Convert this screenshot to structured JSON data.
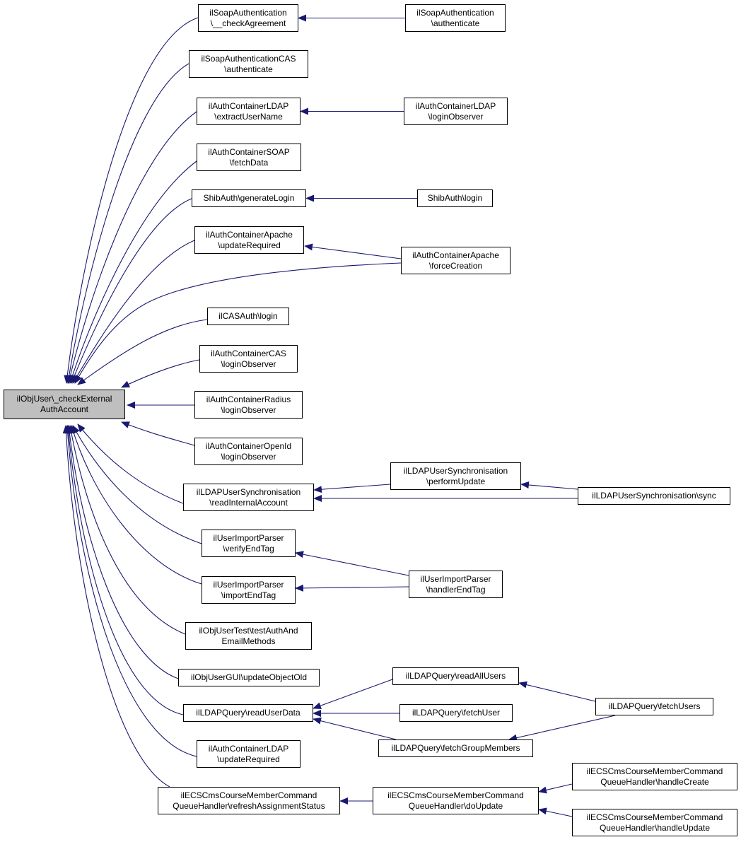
{
  "colors": {
    "edge": "#191970",
    "root_fill": "#bfbfbf",
    "node_fill": "#ffffff",
    "border": "#000000"
  },
  "nodes": {
    "root": {
      "lines": [
        "ilObjUser\\_checkExternal",
        "AuthAccount"
      ]
    },
    "soap_check": {
      "lines": [
        "ilSoapAuthentication",
        "\\__checkAgreement"
      ]
    },
    "soap_auth": {
      "lines": [
        "ilSoapAuthentication",
        "\\authenticate"
      ]
    },
    "soapcas_auth": {
      "lines": [
        "ilSoapAuthenticationCAS",
        "\\authenticate"
      ]
    },
    "ldap_extract": {
      "lines": [
        "ilAuthContainerLDAP",
        "\\extractUserName"
      ]
    },
    "ldap_loginobs": {
      "lines": [
        "ilAuthContainerLDAP",
        "\\loginObserver"
      ]
    },
    "soap_fetch": {
      "lines": [
        "ilAuthContainerSOAP",
        "\\fetchData"
      ]
    },
    "shib_gen": {
      "lines": [
        "ShibAuth\\generateLogin"
      ]
    },
    "shib_login": {
      "lines": [
        "ShibAuth\\login"
      ]
    },
    "apache_upd": {
      "lines": [
        "ilAuthContainerApache",
        "\\updateRequired"
      ]
    },
    "apache_force": {
      "lines": [
        "ilAuthContainerApache",
        "\\forceCreation"
      ]
    },
    "cas_login": {
      "lines": [
        "ilCASAuth\\login"
      ]
    },
    "cas_loginobs": {
      "lines": [
        "ilAuthContainerCAS",
        "\\loginObserver"
      ]
    },
    "radius_loginobs": {
      "lines": [
        "ilAuthContainerRadius",
        "\\loginObserver"
      ]
    },
    "openid_loginobs": {
      "lines": [
        "ilAuthContainerOpenId",
        "\\loginObserver"
      ]
    },
    "ldapsync_read": {
      "lines": [
        "ilLDAPUserSynchronisation",
        "\\readInternalAccount"
      ]
    },
    "ldapsync_perf": {
      "lines": [
        "ilLDAPUserSynchronisation",
        "\\performUpdate"
      ]
    },
    "ldapsync_sync": {
      "lines": [
        "ilLDAPUserSynchronisation\\sync"
      ]
    },
    "uip_verify": {
      "lines": [
        "ilUserImportParser",
        "\\verifyEndTag"
      ]
    },
    "uip_import": {
      "lines": [
        "ilUserImportParser",
        "\\importEndTag"
      ]
    },
    "uip_handler": {
      "lines": [
        "ilUserImportParser",
        "\\handlerEndTag"
      ]
    },
    "objusertest": {
      "lines": [
        "ilObjUserTest\\testAuthAnd",
        "EmailMethods"
      ]
    },
    "objusergui": {
      "lines": [
        "ilObjUserGUI\\updateObjectOld"
      ]
    },
    "ldapq_read": {
      "lines": [
        "ilLDAPQuery\\readUserData"
      ]
    },
    "ldapq_readall": {
      "lines": [
        "ilLDAPQuery\\readAllUsers"
      ]
    },
    "ldapq_fetchuser": {
      "lines": [
        "ilLDAPQuery\\fetchUser"
      ]
    },
    "ldapq_fetchusers": {
      "lines": [
        "ilLDAPQuery\\fetchUsers"
      ]
    },
    "ldapq_fetchgroup": {
      "lines": [
        "ilLDAPQuery\\fetchGroupMembers"
      ]
    },
    "ldap_updreq": {
      "lines": [
        "ilAuthContainerLDAP",
        "\\updateRequired"
      ]
    },
    "ecs_refresh": {
      "lines": [
        "ilECSCmsCourseMemberCommand",
        "QueueHandler\\refreshAssignmentStatus"
      ]
    },
    "ecs_doupdate": {
      "lines": [
        "ilECSCmsCourseMemberCommand",
        "QueueHandler\\doUpdate"
      ]
    },
    "ecs_create": {
      "lines": [
        "ilECSCmsCourseMemberCommand",
        "QueueHandler\\handleCreate"
      ]
    },
    "ecs_handleupd": {
      "lines": [
        "ilECSCmsCourseMemberCommand",
        "QueueHandler\\handleUpdate"
      ]
    }
  },
  "edges": [
    [
      "soap_check",
      "root"
    ],
    [
      "soapcas_auth",
      "root"
    ],
    [
      "ldap_extract",
      "root"
    ],
    [
      "soap_fetch",
      "root"
    ],
    [
      "shib_gen",
      "root"
    ],
    [
      "apache_upd",
      "root"
    ],
    [
      "apache_force",
      "root"
    ],
    [
      "cas_login",
      "root"
    ],
    [
      "cas_loginobs",
      "root"
    ],
    [
      "radius_loginobs",
      "root"
    ],
    [
      "openid_loginobs",
      "root"
    ],
    [
      "ldapsync_read",
      "root"
    ],
    [
      "uip_verify",
      "root"
    ],
    [
      "uip_import",
      "root"
    ],
    [
      "objusertest",
      "root"
    ],
    [
      "objusergui",
      "root"
    ],
    [
      "ldapq_read",
      "root"
    ],
    [
      "ldap_updreq",
      "root"
    ],
    [
      "ecs_refresh",
      "root"
    ],
    [
      "soap_auth",
      "soap_check"
    ],
    [
      "ldap_loginobs",
      "ldap_extract"
    ],
    [
      "shib_login",
      "shib_gen"
    ],
    [
      "apache_force",
      "apache_upd"
    ],
    [
      "ldapsync_perf",
      "ldapsync_read"
    ],
    [
      "ldapsync_sync",
      "ldapsync_read"
    ],
    [
      "ldapsync_sync",
      "ldapsync_perf"
    ],
    [
      "uip_handler",
      "uip_verify"
    ],
    [
      "uip_handler",
      "uip_import"
    ],
    [
      "ldapq_readall",
      "ldapq_read"
    ],
    [
      "ldapq_fetchuser",
      "ldapq_read"
    ],
    [
      "ldapq_fetchgroup",
      "ldapq_read"
    ],
    [
      "ldapq_fetchusers",
      "ldapq_readall"
    ],
    [
      "ldapq_fetchusers",
      "ldapq_fetchgroup"
    ],
    [
      "ecs_doupdate",
      "ecs_refresh"
    ],
    [
      "ecs_create",
      "ecs_doupdate"
    ],
    [
      "ecs_handleupd",
      "ecs_doupdate"
    ]
  ]
}
